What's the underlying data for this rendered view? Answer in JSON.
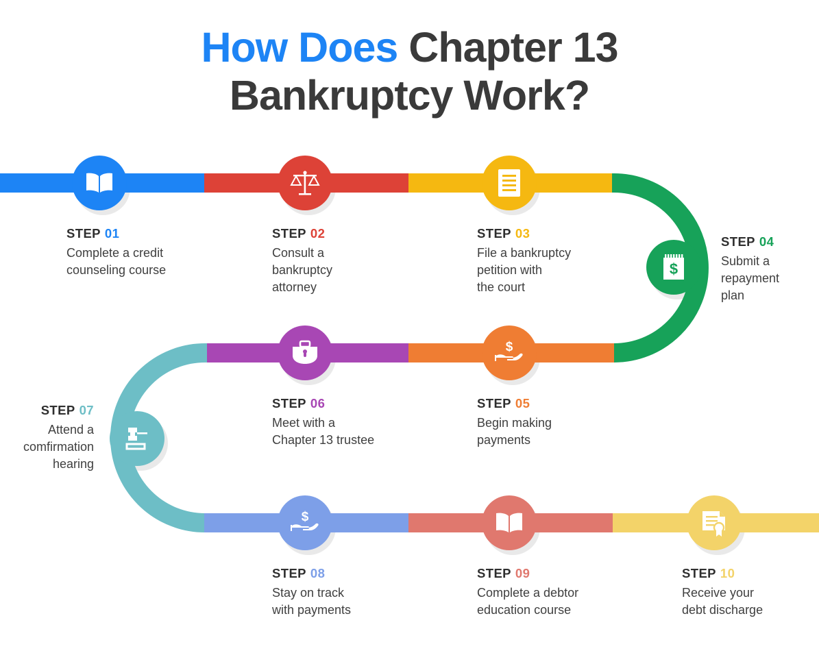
{
  "title": {
    "accent_text": "How Does",
    "rest_line1": " Chapter 13",
    "line2": "Bankruptcy Work?"
  },
  "labels": {
    "step_word": "STEP"
  },
  "colors": {
    "blue": "#1d84f5",
    "red": "#dd4237",
    "yellow": "#f5b811",
    "green": "#17a259",
    "orange": "#ef7d33",
    "purple": "#a847b4",
    "teal": "#6dbec6",
    "cornflower": "#7d9fe8",
    "salmon": "#e0786e",
    "lightyellow": "#f3d369",
    "text_dark": "#2f2f2f"
  },
  "steps": [
    {
      "number": "01",
      "description": "Complete a credit\ncounseling course",
      "color": "#1d84f5",
      "icon": "open-book-icon"
    },
    {
      "number": "02",
      "description": "Consult a\nbankruptcy\nattorney",
      "color": "#dd4237",
      "icon": "scales-of-justice-icon"
    },
    {
      "number": "03",
      "description": "File a bankruptcy\npetition with\nthe court",
      "color": "#f5b811",
      "icon": "document-icon"
    },
    {
      "number": "04",
      "description": "Submit a\nrepayment\nplan",
      "color": "#17a259",
      "icon": "notepad-dollar-icon"
    },
    {
      "number": "05",
      "description": "Begin making\npayments",
      "color": "#ef7d33",
      "icon": "hand-dollar-icon"
    },
    {
      "number": "06",
      "description": "Meet with a\nChapter 13 trustee",
      "color": "#a847b4",
      "icon": "briefcase-icon"
    },
    {
      "number": "07",
      "description": "Attend a\ncomfirmation\nhearing",
      "color": "#6dbec6",
      "icon": "gavel-icon"
    },
    {
      "number": "08",
      "description": "Stay on track\nwith payments",
      "color": "#7d9fe8",
      "icon": "hand-dollar-icon"
    },
    {
      "number": "09",
      "description": "Complete a debtor\neducation course",
      "color": "#e0786e",
      "icon": "open-book-icon"
    },
    {
      "number": "10",
      "description": "Receive your\ndebt discharge",
      "color": "#f3d369",
      "icon": "certificate-icon"
    }
  ]
}
